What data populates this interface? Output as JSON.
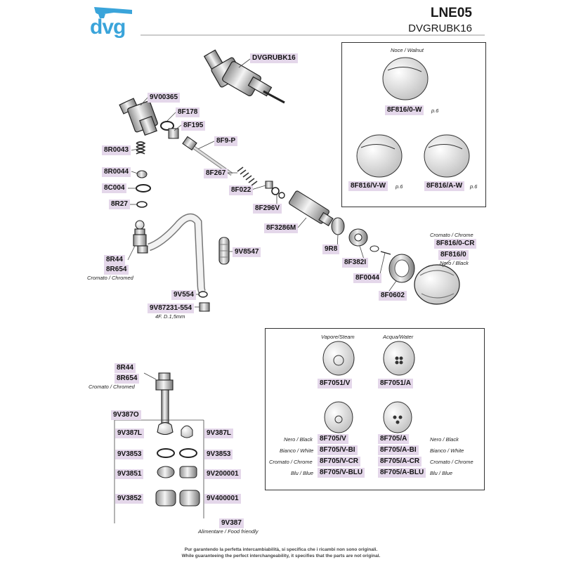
{
  "header": {
    "brand": "dvg",
    "model": "LNE05",
    "code": "DVGRUBK16"
  },
  "footer": {
    "line1": "Pur garantendo la perfetta intercambiabilità, si specifica che i ricambi non sono originali.",
    "line2": "While guaranteeing the perfect interchangeability, it specifies that the parts are not original."
  },
  "parts": {
    "dvgrubk16": "DVGRUBK16",
    "p9v00365": "9V00365",
    "p8f178": "8F178",
    "p8f195": "8F195",
    "p8f9p": "8F9-P",
    "p8r0043": "8R0043",
    "p8r0044": "8R0044",
    "p8c004": "8C004",
    "p8f267": "8F267",
    "p8f022": "8F022",
    "p8r27": "8R27",
    "p8f296v": "8F296V",
    "p8f3286m": "8F3286M",
    "p9r8": "9R8",
    "p9v8547": "9V8547",
    "p8r44a": "8R44",
    "p8r654a": "8R654",
    "p8f382i": "8F382I",
    "p8f0044": "8F0044",
    "p9v554": "9V554",
    "p8f0602": "8F0602",
    "p9v87231": "9V87231-554",
    "p8f8160cr": "8F816/0-CR",
    "p8f8160": "8F816/0"
  },
  "notes": {
    "chromed1": "Cromato / Chromed",
    "chromed2": "Cromato / Chromed",
    "thread": "4F. D.1,5mm",
    "chromeTop": "Cromato / Chrome",
    "blackTop": "Nero / Black",
    "food": "Alimentare / Food friendly"
  },
  "knobs": {
    "walnut": "Noce / Walnut",
    "w": "8F816/0-W",
    "vw": "8F816/V-W",
    "aw": "8F816/A-W",
    "page": "p.6"
  },
  "inserts": {
    "steam": "Vapore/Steam",
    "water": "Acqua/Water",
    "p8f7051v": "8F7051/V",
    "p8f7051a": "8F7051/A",
    "black": "Nero / Black",
    "white": "Bianco / White",
    "chrome": "Cromato / Chrome",
    "blue": "Blu / Blue",
    "v": "8F705/V",
    "vbi": "8F705/V-BI",
    "vcr": "8F705/V-CR",
    "vblu": "8F705/V-BLU",
    "a": "8F705/A",
    "abi": "8F705/A-BI",
    "acr": "8F705/A-CR",
    "ablu": "8F705/A-BLU"
  },
  "wand": {
    "p8r44": "8R44",
    "p8r654": "8R654",
    "p9v387o": "9V387O",
    "p9v387l_a": "9V387L",
    "p9v387l_b": "9V387L",
    "p9v3853_a": "9V3853",
    "p9v3853_b": "9V3853",
    "p9v3851": "9V3851",
    "p9v200001": "9V200001",
    "p9v3852": "9V3852",
    "p9v400001": "9V400001",
    "p9v387": "9V387"
  }
}
